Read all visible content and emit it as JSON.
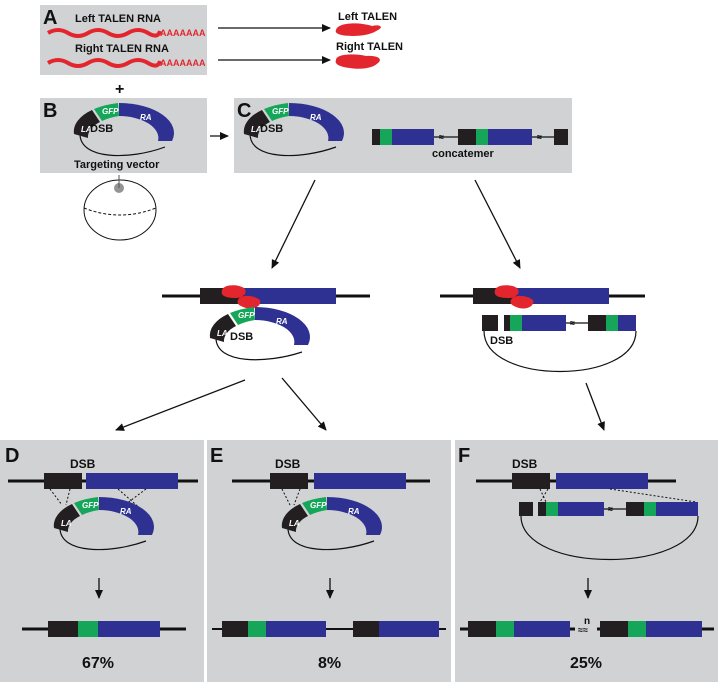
{
  "panels": {
    "A": {
      "letter": "A",
      "left_rna": "Left TALEN  RNA",
      "right_rna": "Right TALEN  RNA",
      "polyA": "AAAAAAA",
      "left_protein": "Left TALEN",
      "right_protein": "Right TALEN"
    },
    "plus": "+",
    "B": {
      "letter": "B",
      "la": "LA",
      "gfp": "GFP",
      "ra": "RA",
      "dsb": "DSB",
      "caption": "Targeting vector"
    },
    "C": {
      "letter": "C",
      "la": "LA",
      "gfp": "GFP",
      "ra": "RA",
      "dsb": "DSB",
      "concatemer": "concatemer"
    },
    "mid_left": {
      "la": "LA",
      "gfp": "GFP",
      "ra": "RA",
      "dsb": "DSB"
    },
    "mid_right": {
      "dsb": "DSB"
    },
    "D": {
      "letter": "D",
      "dsb": "DSB",
      "la": "LA",
      "gfp": "GFP",
      "ra": "RA",
      "percent": "67%"
    },
    "E": {
      "letter": "E",
      "dsb": "DSB",
      "la": "LA",
      "gfp": "GFP",
      "ra": "RA",
      "percent": "8%"
    },
    "F": {
      "letter": "F",
      "dsb": "DSB",
      "n": "n",
      "percent": "25%"
    }
  },
  "colors": {
    "panel_bg": "#d1d2d4",
    "talen_red": "#e3262d",
    "gfp_green": "#15a65a",
    "ra_blue": "#2e3192",
    "la_black": "#231f20"
  }
}
